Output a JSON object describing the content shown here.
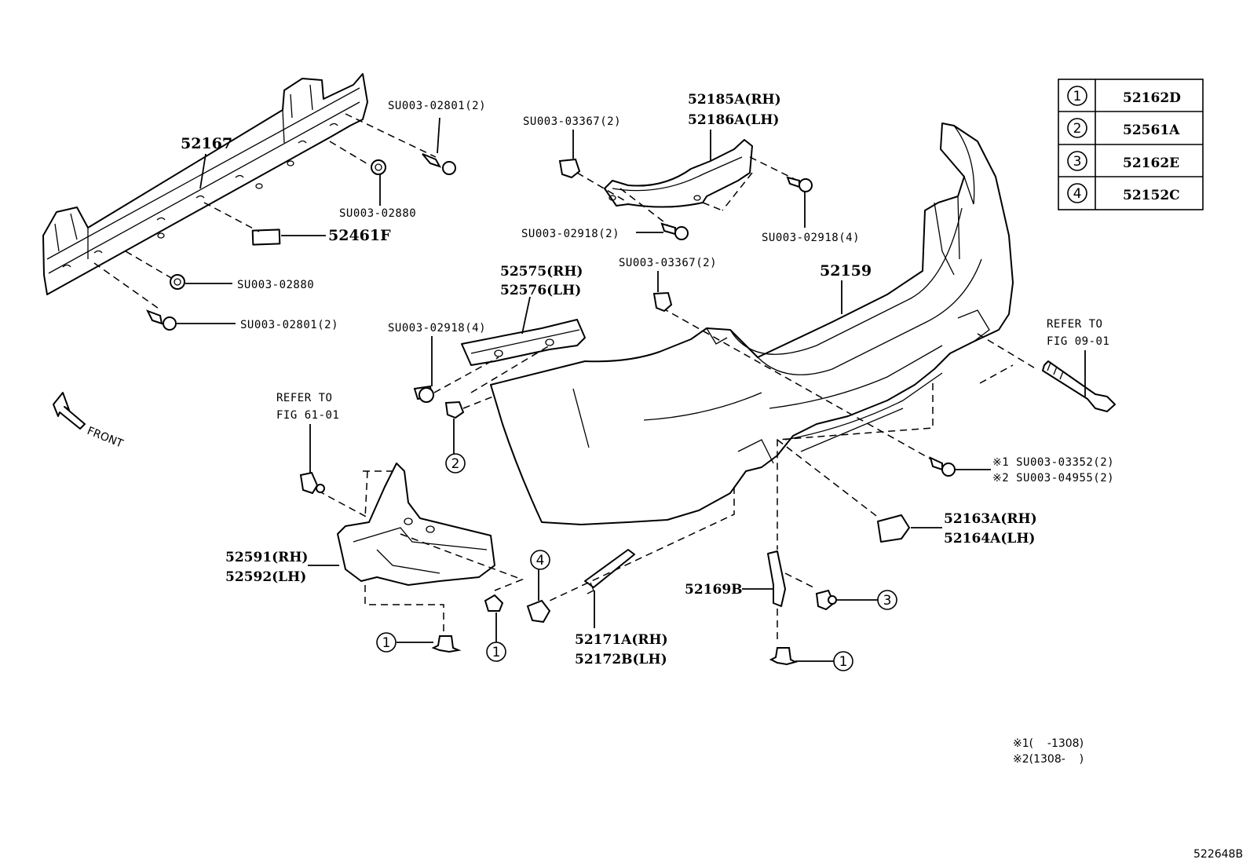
{
  "labels": {
    "p52167": "52167",
    "p52461F": "52461F",
    "su_02801_top": "SU003-02801(2)",
    "su_02880_top": "SU003-02880",
    "su_02880_mid": "SU003-02880",
    "su_02801_mid": "SU003-02801(2)",
    "su_03367_top": "SU003-03367(2)",
    "p52185A": "52185A(RH)",
    "p52186A": "52186A(LH)",
    "su_02918_left": "SU003-02918(2)",
    "su_02918_right": "SU003-02918(4)",
    "su_03367_mid": "SU003-03367(2)",
    "p52159": "52159",
    "p52575": "52575(RH)",
    "p52576": "52576(LH)",
    "su_02918_4b": "SU003-02918(4)",
    "refer_09_line1": "REFER TO",
    "refer_09_line2": "FIG 09-01",
    "refer_61_line1": "REFER TO",
    "refer_61_line2": "FIG 61-01",
    "front": "FRONT",
    "note1_ref": "※1 SU003-03352(2)",
    "note2_ref": "※2 SU003-04955(2)",
    "p52163A": "52163A(RH)",
    "p52164A": "52164A(LH)",
    "p52591": "52591(RH)",
    "p52592": "52592(LH)",
    "p52169B": "52169B",
    "p52171A": "52171A(RH)",
    "p52172B": "52172B(LH)",
    "footnote1": "※1(    -1308)",
    "footnote2": "※2(1308-    )",
    "figure_id": "522648B"
  },
  "callouts": {
    "c1a": "1",
    "c1b": "1",
    "c1c": "1",
    "c2": "2",
    "c3": "3",
    "c4": "4"
  },
  "legend": [
    {
      "key": "1",
      "part": "52162D"
    },
    {
      "key": "2",
      "part": "52561A"
    },
    {
      "key": "3",
      "part": "52162E"
    },
    {
      "key": "4",
      "part": "52152C"
    }
  ]
}
